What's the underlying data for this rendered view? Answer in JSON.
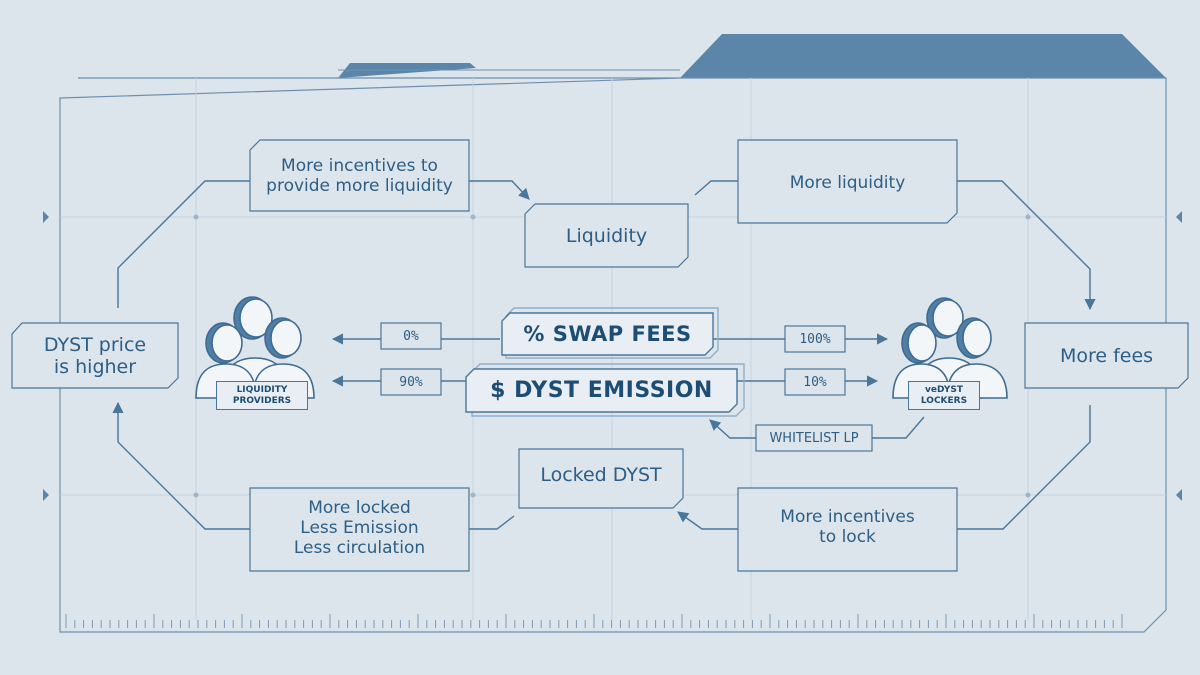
{
  "nodes": {
    "dyst_price_higher": "DYST price\nis higher",
    "more_incentives_liquidity": "More incentives to\nprovide more liquidity",
    "liquidity": "Liquidity",
    "more_liquidity": "More liquidity",
    "more_fees": "More fees",
    "more_incentives_lock": "More incentives\nto lock",
    "locked_dyst": "Locked DYST",
    "more_locked": "More locked\nLess Emission\nLess circulation"
  },
  "bands": {
    "swap_fees": "% SWAP FEES",
    "dyst_emission": "$ DYST EMISSION"
  },
  "percentages": {
    "fees_to_lp": "0%",
    "fees_to_lockers": "100%",
    "emission_to_lp": "90%",
    "emission_to_lockers": "10%"
  },
  "whitelist_label": "WHITELIST LP",
  "groups": {
    "liquidity_providers": "LIQUIDITY\nPROVIDERS",
    "vedyst_lockers": "veDYST\nLOCKERS"
  },
  "icons": {
    "people_left": "users-group-icon",
    "people_right": "users-group-icon"
  },
  "colors": {
    "background": "#dde5ec",
    "line": "#4a7699",
    "accent": "#5b86aa",
    "text": "#2d5e85"
  }
}
